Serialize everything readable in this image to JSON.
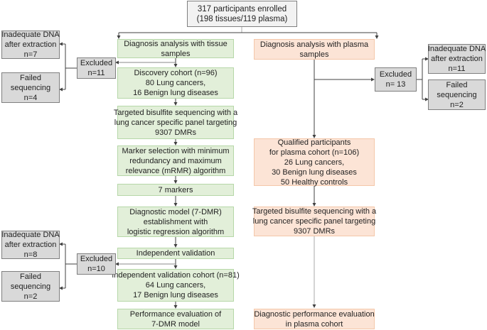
{
  "title": "Study flowchart",
  "enrolled": {
    "line1": "317 participants enrolled",
    "line2": "(198 tissues/119 plasma)"
  },
  "tissue": {
    "header": {
      "line1": "Diagnosis analysis with tissue",
      "line2": "samples"
    },
    "discovery": {
      "line1": "Discovery cohort (n=96)",
      "line2": "80 Lung cancers,",
      "line3": "16  Benign lung diseases"
    },
    "sequencing": {
      "line1": "Targeted bisulfite sequencing with a",
      "line2": "lung cancer specific panel targeting",
      "line3": "9307 DMRs"
    },
    "marker_selection": {
      "line1": "Marker selection with minimum",
      "line2": "redundancy and maximum",
      "line3": "relevance (mRMR) algorithm"
    },
    "markers": {
      "line1": "7 markers"
    },
    "model": {
      "line1": "Diagnostic model (7-DMR)",
      "line2": "establishment with",
      "line3": "logistic regression algorithm"
    },
    "validation": {
      "line1": "Independent validation"
    },
    "validation_cohort": {
      "line1": "Independent validation cohort (n=81)",
      "line2": "64 Lung cancers,",
      "line3": "17  Benign lung diseases"
    },
    "performance": {
      "line1": "Performance evaluation of",
      "line2": "7-DMR model"
    },
    "excluded_1": {
      "line1": "Excluded",
      "line2": "n=11",
      "inadequate": {
        "line1": "Inadequate DNA",
        "line2": "after extraction",
        "line3": "n=7"
      },
      "failed": {
        "line1": "Failed",
        "line2": "sequencing",
        "line3": "n=4"
      }
    },
    "excluded_2": {
      "line1": "Excluded",
      "line2": "n=10",
      "inadequate": {
        "line1": "Inadequate DNA",
        "line2": "after extraction",
        "line3": "n=8"
      },
      "failed": {
        "line1": "Failed",
        "line2": "sequencing",
        "line3": "n=2"
      }
    }
  },
  "plasma": {
    "header": {
      "line1": "Diagnosis analysis with plasma",
      "line2": "samples"
    },
    "qualified": {
      "line1": "Qualified participants",
      "line2": "for plasma cohort (n=106)",
      "line3": "26 Lung cancers,",
      "line4": "30 Benign lung diseases",
      "line5": "50 Healthy controls"
    },
    "sequencing": {
      "line1": "Targeted bisulfite sequencing with a",
      "line2": "lung cancer specific panel targeting",
      "line3": "9307 DMRs"
    },
    "performance": {
      "line1": "Diagnostic performance evaluation",
      "line2": "in plasma cohort"
    },
    "excluded": {
      "line1": "Excluded",
      "line2": "n= 13",
      "inadequate": {
        "line1": "Inadequate DNA",
        "line2": "after extraction",
        "line3": "n=11"
      },
      "failed": {
        "line1": "Failed",
        "line2": "sequencing",
        "line3": "n=2"
      }
    }
  },
  "colors": {
    "tissue_fill": "#e2efd9",
    "plasma_fill": "#fce4d6",
    "excluded_fill": "#d9d9d9",
    "line": "#404040"
  }
}
